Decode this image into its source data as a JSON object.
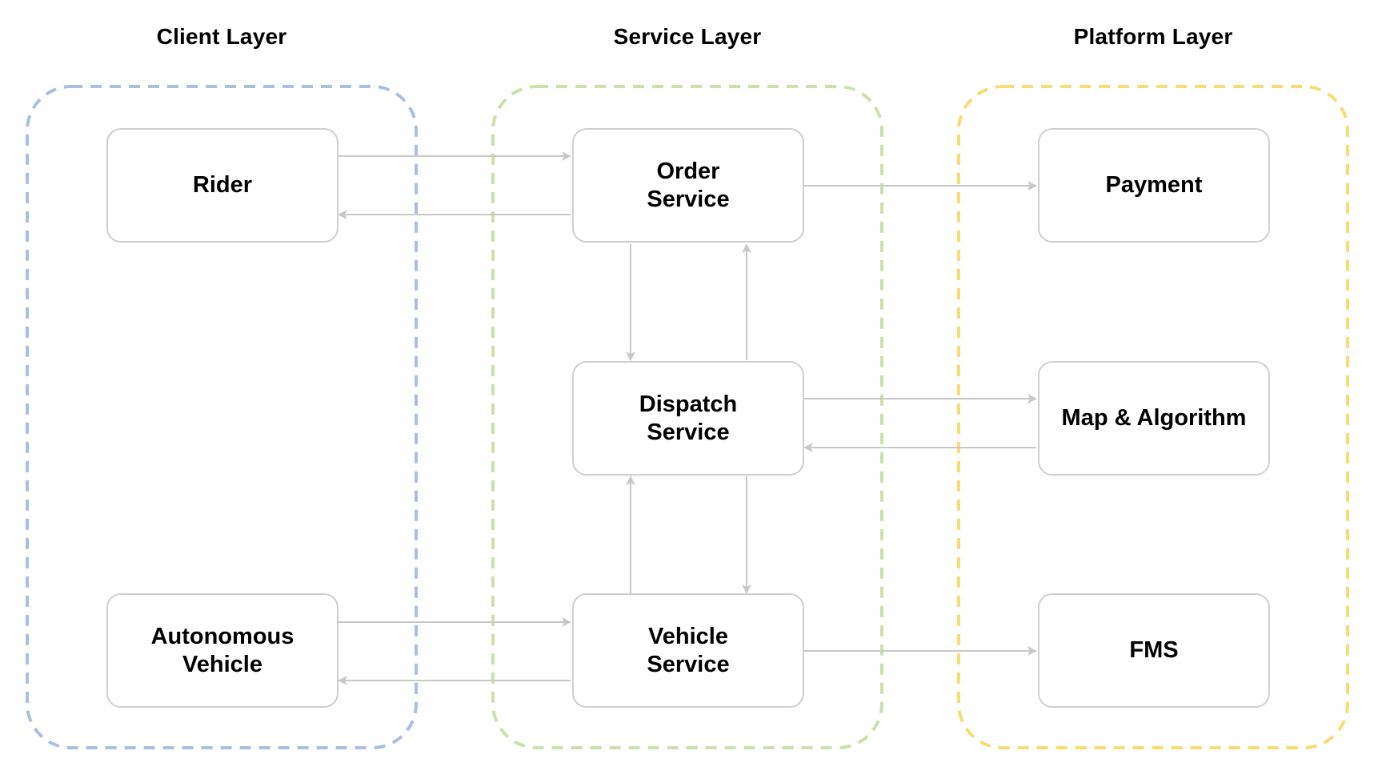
{
  "layers": [
    {
      "id": "client",
      "title": "Client Layer",
      "color": "#a9bfe2"
    },
    {
      "id": "service",
      "title": "Service Layer",
      "color": "#c9e2a9"
    },
    {
      "id": "platform",
      "title": "Platform Layer",
      "color": "#f6dc72"
    }
  ],
  "nodes": {
    "rider": "Rider",
    "autonomous_vehicle": "Autonomous\nVehicle",
    "order_service": "Order\nService",
    "dispatch_service": "Dispatch\nService",
    "vehicle_service": "Vehicle\nService",
    "payment": "Payment",
    "map_algorithm": "Map & Algorithm",
    "fms": "FMS"
  },
  "edges": [
    {
      "from": "rider",
      "to": "order_service"
    },
    {
      "from": "order_service",
      "to": "rider"
    },
    {
      "from": "autonomous_vehicle",
      "to": "vehicle_service"
    },
    {
      "from": "vehicle_service",
      "to": "autonomous_vehicle"
    },
    {
      "from": "order_service",
      "to": "dispatch_service"
    },
    {
      "from": "dispatch_service",
      "to": "order_service"
    },
    {
      "from": "vehicle_service",
      "to": "dispatch_service"
    },
    {
      "from": "dispatch_service",
      "to": "vehicle_service"
    },
    {
      "from": "order_service",
      "to": "payment"
    },
    {
      "from": "dispatch_service",
      "to": "map_algorithm"
    },
    {
      "from": "map_algorithm",
      "to": "dispatch_service"
    },
    {
      "from": "vehicle_service",
      "to": "fms"
    }
  ],
  "colors": {
    "edge": "#c8c8c8",
    "node_border": "#cfcfcf",
    "text": "#000000"
  }
}
